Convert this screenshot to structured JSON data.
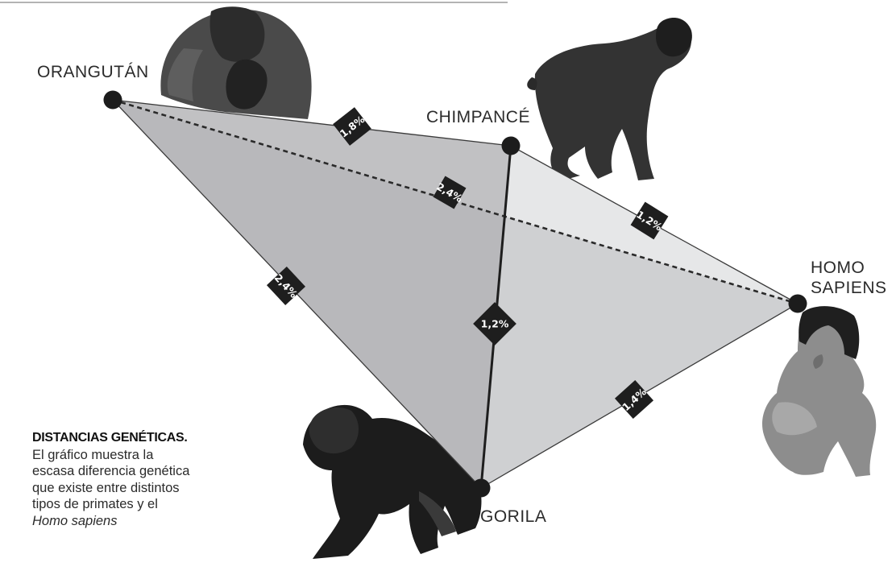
{
  "nodes": {
    "orangutan": "ORANGUTÁN",
    "chimpance": "CHIMPANCÉ",
    "homo_line1": "HOMO",
    "homo_line2": "SAPIENS",
    "gorila": "GORILA"
  },
  "distances": {
    "orangutan_chimpance": "1,8%",
    "orangutan_homo": "2,4%",
    "chimpance_homo": "1,2%",
    "orangutan_gorila": "2,4%",
    "chimpance_gorila": "1,2%",
    "gorila_homo": "1,4%"
  },
  "caption": {
    "title": "DISTANCIAS GENÉTICAS.",
    "body": "El gráfico muestra la escasa diferencia genética que existe entre distintos tipos de primates y el ",
    "italic": "Homo sapiens"
  },
  "colors": {
    "face_light": "#e6e7e8",
    "face_mid": "#cfd0d2",
    "face_dark": "#a9aaac",
    "edge": "#3a3a3a",
    "node": "#1c1c1c",
    "badge": "#1e1e1e"
  }
}
